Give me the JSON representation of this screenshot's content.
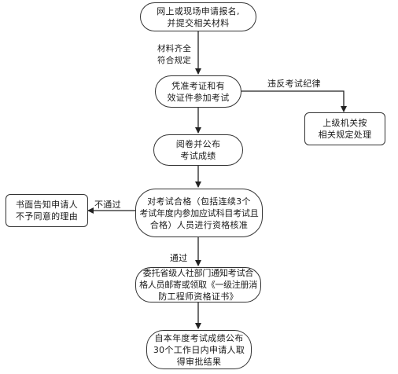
{
  "nodes": {
    "apply": [
      "网上或现场申请报名,",
      "并提交相关材料"
    ],
    "exam": [
      "凭准考证和有",
      "效证件参加考试"
    ],
    "violation_handling": [
      "上级机关按",
      "相关规定处理"
    ],
    "grading": [
      "阅卷并公布",
      "考试成绩"
    ],
    "verification": [
      "对考试合格（包括连续3个",
      "考试年度内参加应试科目考试且",
      "合格）人员进行资格核准"
    ],
    "rejection_notice": [
      "书面告知申请人",
      "不予同意的理由"
    ],
    "certificate_issue": [
      "委托省级人社部门通知考试合",
      "格人员邮寄或领取《一级注册消",
      "防工程师资格证书》"
    ],
    "deadline": [
      "自本年度考试成绩公布",
      "30个工作日内申请人取",
      "得审批结果"
    ]
  },
  "edge_labels": {
    "materials_ok": [
      "材料齐全",
      "符合规定"
    ],
    "violation": "违反考试纪律",
    "fail": "不通过",
    "pass": "通过"
  }
}
